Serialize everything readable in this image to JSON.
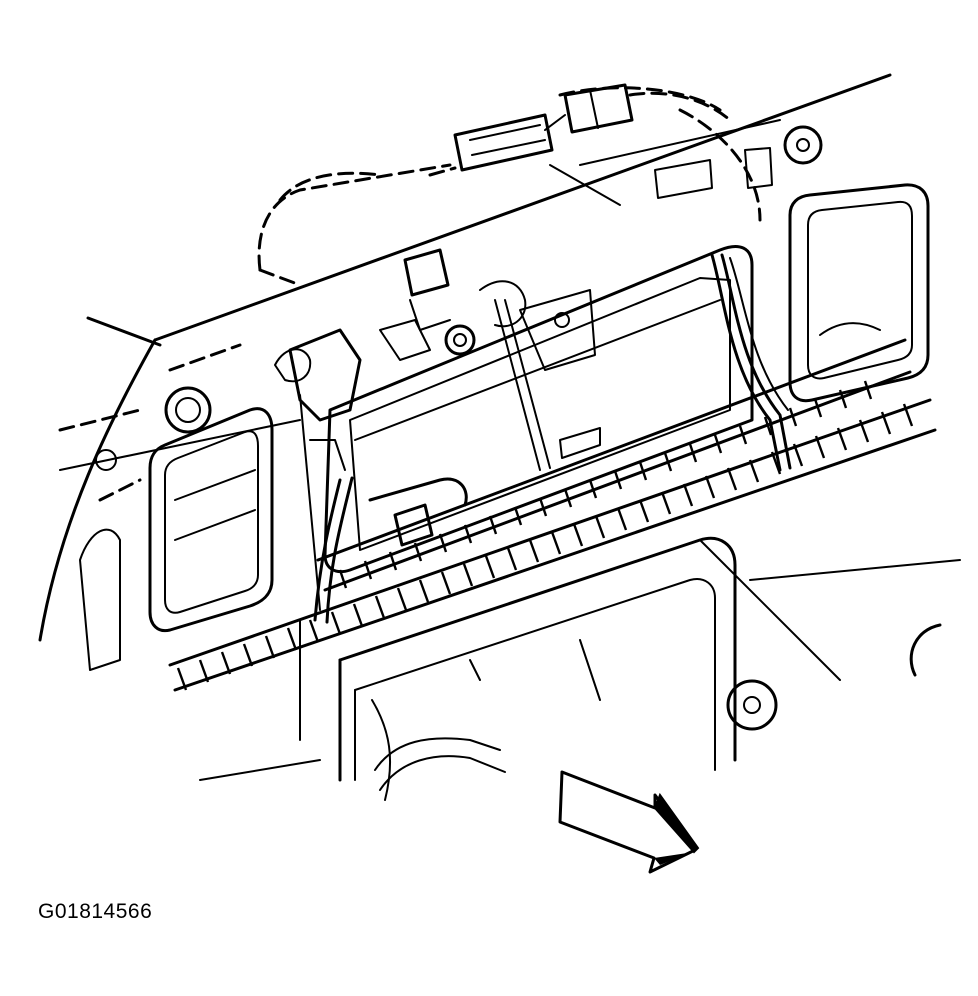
{
  "figure": {
    "code": "G01814566"
  },
  "colors": {
    "ink": "#000000",
    "background": "#ffffff"
  },
  "parts": [
    "liftgate-inner-panel",
    "liftgate-latch-actuator",
    "wiring-harness",
    "electrical-connector",
    "trim-opening-left",
    "trim-opening-right",
    "lower-opening",
    "direction-arrow"
  ]
}
